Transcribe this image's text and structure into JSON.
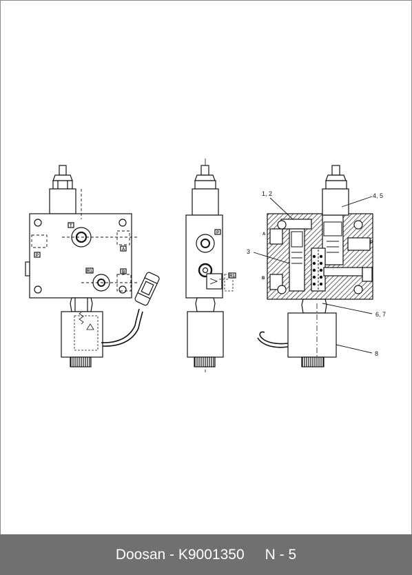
{
  "footer": {
    "part_code": "Doosan - K9001350",
    "page_number": "N - 5"
  },
  "port_tags": {
    "t": "T",
    "p": "P",
    "a": "A",
    "b": "B",
    "r1": "R1"
  },
  "callouts": {
    "c12": "1, 2",
    "c45": "4, 5",
    "c3": "3",
    "c67": "6, 7",
    "c8": "8"
  }
}
